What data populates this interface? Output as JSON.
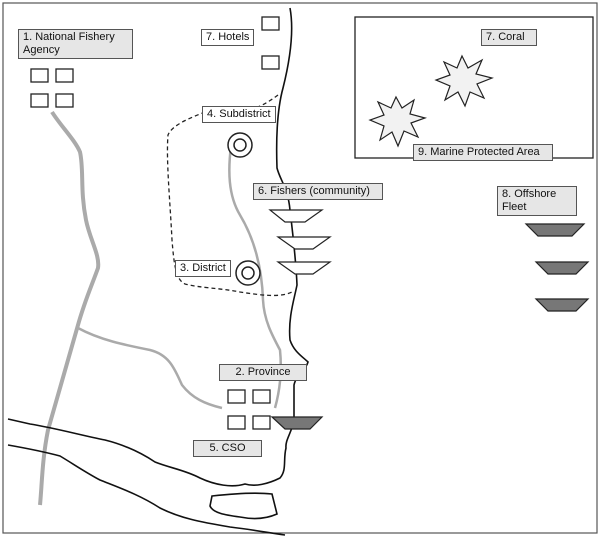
{
  "labels": {
    "national_fishery_agency": "1.  National Fishery\n     Agency",
    "province": "2.  Province",
    "district": "3.  District",
    "subdistrict": "4.  Subdistrict",
    "cso": "5.  CSO",
    "fishers": "6.  Fishers (community)",
    "hotels": "7.  Hotels",
    "coral": "7.  Coral",
    "offshore_fleet": "8.  Offshore\n     Fleet",
    "marine_protected_area": "9.  Marine Protected Area"
  },
  "colors": {
    "river": "#aaaaaa",
    "coast": "#111111",
    "boat_fill_dark": "#777777",
    "boat_fill_light": "#ffffff",
    "label_bg": "#e6e6e6"
  }
}
